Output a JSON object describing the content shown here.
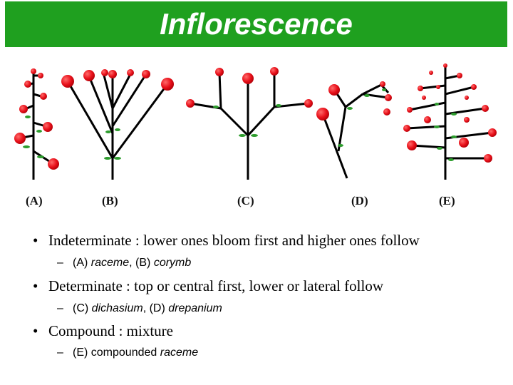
{
  "title": "Inflorescence",
  "labels": [
    "(A)",
    "(B)",
    "(C)",
    "(D)",
    "(E)"
  ],
  "bullets": [
    {
      "text": "Indeterminate : lower ones bloom first and higher ones follow",
      "sub": {
        "dash": "–",
        "parts": [
          "(A) ",
          "raceme",
          ", (B) ",
          "corymb"
        ]
      }
    },
    {
      "text": "Determinate : top or central first, lower or lateral follow",
      "sub": {
        "dash": "–",
        "parts": [
          "(C) ",
          "dichasium",
          ", (D) ",
          "drepanium"
        ]
      }
    },
    {
      "text": "Compound : mixture",
      "sub": {
        "dash": "–",
        "parts": [
          "(E) compounded ",
          "raceme"
        ]
      }
    }
  ],
  "bullet_symbol": "•",
  "colors": {
    "title_bg": "#1fa01f",
    "flower": "#e8101a",
    "stem": "#000000",
    "leaf": "#2e9d2e"
  }
}
